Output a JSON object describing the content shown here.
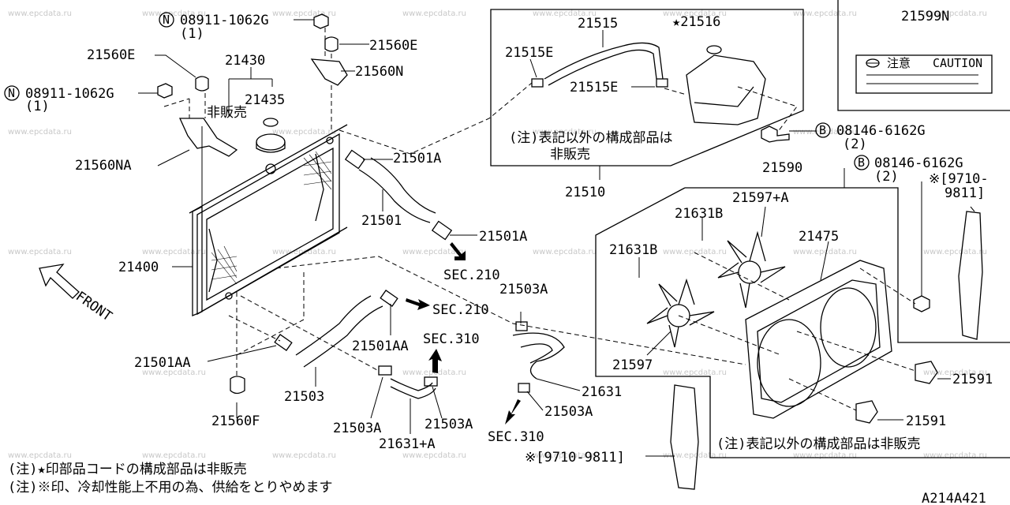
{
  "diagram": {
    "labels": {
      "p21400": "21400",
      "p21430": "21430",
      "p21435": "21435",
      "p21560e_l": "21560E",
      "p21560e_r": "21560E",
      "p21560n": "21560N",
      "p21560na": "21560NA",
      "p21560f": "21560F",
      "p21501a_1": "21501A",
      "p21501a_2": "21501A",
      "p21501": "21501",
      "p21501aa_1": "21501AA",
      "p21501aa_2": "21501AA",
      "p21503": "21503",
      "p21503a_1": "21503A",
      "p21503a_2": "21503A",
      "p21503a_3": "21503A",
      "p21503a_4": "21503A",
      "p21631": "21631",
      "p21631a": "21631+A",
      "p21631b_1": "21631B",
      "p21631b_2": "21631B",
      "p21510": "21510",
      "p21515": "21515",
      "p21515e_1": "21515E",
      "p21515e_2": "21515E",
      "p21516": "★21516",
      "p21599n": "21599N",
      "p21590": "21590",
      "p21597a": "21597+A",
      "p21597": "21597",
      "p21475": "21475",
      "p21591_1": "21591",
      "p21591_2": "21591",
      "nut1": "08911-1062G",
      "nut1_qty": "(1)",
      "nut2": "08911-1062G",
      "nut2_qty": "(1)",
      "bolt1": "08146-6162G",
      "bolt1_qty": "(2)",
      "bolt2": "08146-6162G",
      "bolt2_qty": "(2)",
      "n_circle": "N",
      "b_circle": "B",
      "not_sold": "非販売",
      "sec210_1": "SEC.210",
      "sec210_2": "SEC.210",
      "sec310_1": "SEC.310",
      "sec310_2": "SEC.310",
      "front": "FRONT",
      "date_range_1": "※[9710-",
      "date_range_1b": "9811]",
      "date_range_2": "※[9710-9811]",
      "note_tank_1": "(注)表記以外の構成部品は",
      "note_tank_2": "非販売",
      "note_fan": "(注)表記以外の構成部品は非販売",
      "footnote_1": "(注)★印部品コードの構成部品は非販売",
      "footnote_2": "(注)※印、冷却性能上不用の為、供給をとりやめます",
      "caution_jp": "注意",
      "caution_en": "CAUTION",
      "figure_code": "A214A421",
      "watermark": "www.epcdata.ru"
    }
  }
}
